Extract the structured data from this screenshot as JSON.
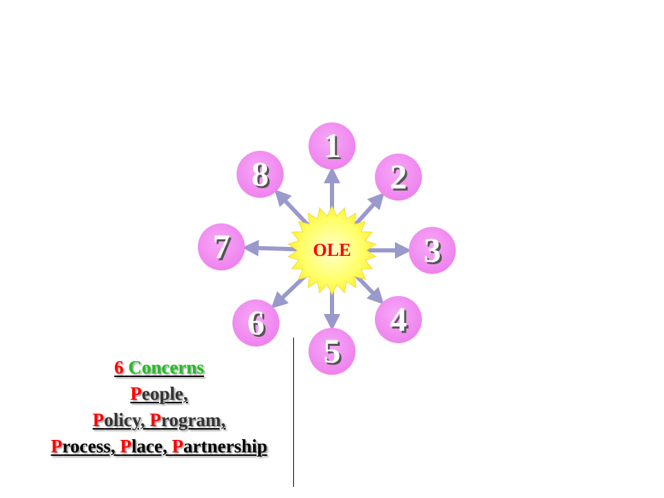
{
  "center": {
    "label": "OLE"
  },
  "nodes": [
    "1",
    "2",
    "3",
    "4",
    "5",
    "6",
    "7",
    "8"
  ],
  "concerns": {
    "heading_number": "6",
    "heading_word": "Concerns",
    "line1": [
      "P",
      "eople,"
    ],
    "line2": [
      "P",
      "olicy, ",
      "P",
      "rogram,"
    ],
    "line3": [
      "P",
      "rocess, ",
      "P",
      "lace, ",
      "P",
      "artnership"
    ]
  },
  "colors": {
    "node_fill": "#ee82ee",
    "arrow": "#9999cc",
    "burst_fill": "#ffff66",
    "center_text": "#ff0000",
    "accent_red": "#ff0000",
    "accent_green": "#1fbf1f"
  }
}
